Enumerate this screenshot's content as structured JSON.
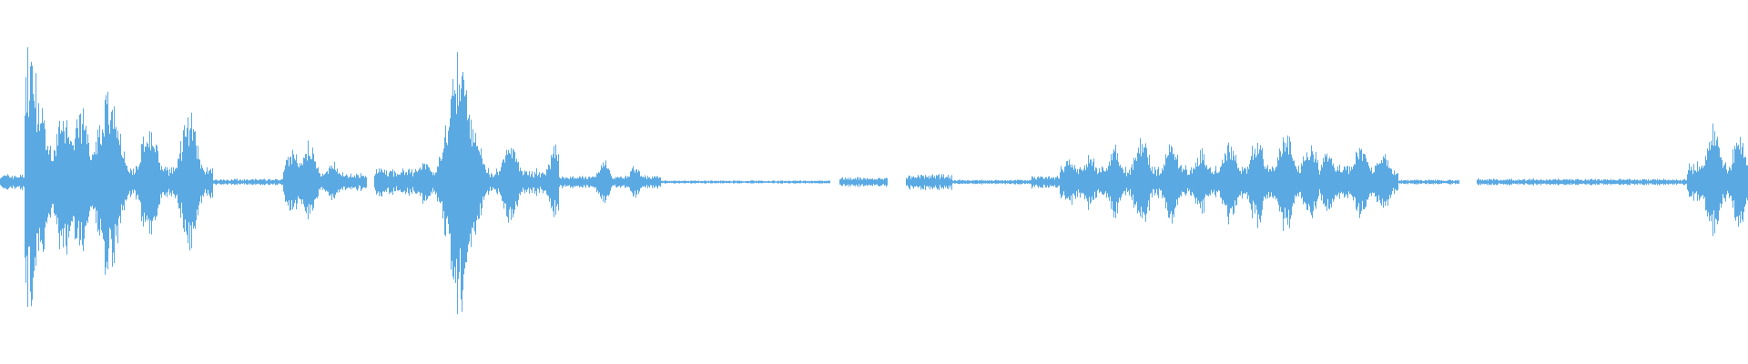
{
  "waveform": {
    "color": "#5aa9e3",
    "background": "#ffffff",
    "segments": [
      {
        "start": 0.0,
        "end": 0.014,
        "level": 0.05,
        "peaks": []
      },
      {
        "start": 0.014,
        "end": 0.122,
        "level": 0.1,
        "peaks": [
          {
            "pos": 0.016,
            "amp": 0.82
          },
          {
            "pos": 0.024,
            "amp": 0.44
          },
          {
            "pos": 0.036,
            "amp": 0.47
          },
          {
            "pos": 0.046,
            "amp": 0.46
          },
          {
            "pos": 0.062,
            "amp": 0.63
          },
          {
            "pos": 0.085,
            "amp": 0.38
          },
          {
            "pos": 0.108,
            "amp": 0.43
          }
        ]
      },
      {
        "start": 0.122,
        "end": 0.162,
        "level": 0.02,
        "peaks": []
      },
      {
        "start": 0.162,
        "end": 0.21,
        "level": 0.06,
        "peaks": [
          {
            "pos": 0.167,
            "amp": 0.22
          },
          {
            "pos": 0.176,
            "amp": 0.27
          },
          {
            "pos": 0.19,
            "amp": 0.14
          }
        ]
      },
      {
        "start": 0.214,
        "end": 0.32,
        "level": 0.08,
        "peaks": [
          {
            "pos": 0.218,
            "amp": 0.1
          },
          {
            "pos": 0.243,
            "amp": 0.15
          },
          {
            "pos": 0.263,
            "amp": 0.84
          },
          {
            "pos": 0.274,
            "amp": 0.22
          },
          {
            "pos": 0.292,
            "amp": 0.28
          },
          {
            "pos": 0.318,
            "amp": 0.24
          }
        ]
      },
      {
        "start": 0.32,
        "end": 0.378,
        "level": 0.04,
        "peaks": [
          {
            "pos": 0.345,
            "amp": 0.14
          },
          {
            "pos": 0.363,
            "amp": 0.1
          }
        ]
      },
      {
        "start": 0.378,
        "end": 0.475,
        "level": 0.01,
        "peaks": []
      },
      {
        "start": 0.48,
        "end": 0.508,
        "level": 0.03,
        "peaks": []
      },
      {
        "start": 0.518,
        "end": 0.545,
        "level": 0.05,
        "peaks": []
      },
      {
        "start": 0.545,
        "end": 0.59,
        "level": 0.015,
        "peaks": []
      },
      {
        "start": 0.59,
        "end": 0.606,
        "level": 0.04,
        "peaks": []
      },
      {
        "start": 0.606,
        "end": 0.8,
        "level": 0.1,
        "peaks": [
          {
            "pos": 0.612,
            "amp": 0.15
          },
          {
            "pos": 0.623,
            "amp": 0.18
          },
          {
            "pos": 0.637,
            "amp": 0.22
          },
          {
            "pos": 0.653,
            "amp": 0.3
          },
          {
            "pos": 0.67,
            "amp": 0.27
          },
          {
            "pos": 0.687,
            "amp": 0.2
          },
          {
            "pos": 0.703,
            "amp": 0.27
          },
          {
            "pos": 0.719,
            "amp": 0.3
          },
          {
            "pos": 0.735,
            "amp": 0.32
          },
          {
            "pos": 0.749,
            "amp": 0.27
          },
          {
            "pos": 0.76,
            "amp": 0.22
          },
          {
            "pos": 0.778,
            "amp": 0.25
          },
          {
            "pos": 0.791,
            "amp": 0.21
          }
        ]
      },
      {
        "start": 0.8,
        "end": 0.835,
        "level": 0.015,
        "peaks": []
      },
      {
        "start": 0.845,
        "end": 0.965,
        "level": 0.02,
        "peaks": []
      },
      {
        "start": 0.965,
        "end": 1.0,
        "level": 0.12,
        "peaks": [
          {
            "pos": 0.98,
            "amp": 0.35
          },
          {
            "pos": 0.995,
            "amp": 0.3
          }
        ]
      }
    ]
  }
}
